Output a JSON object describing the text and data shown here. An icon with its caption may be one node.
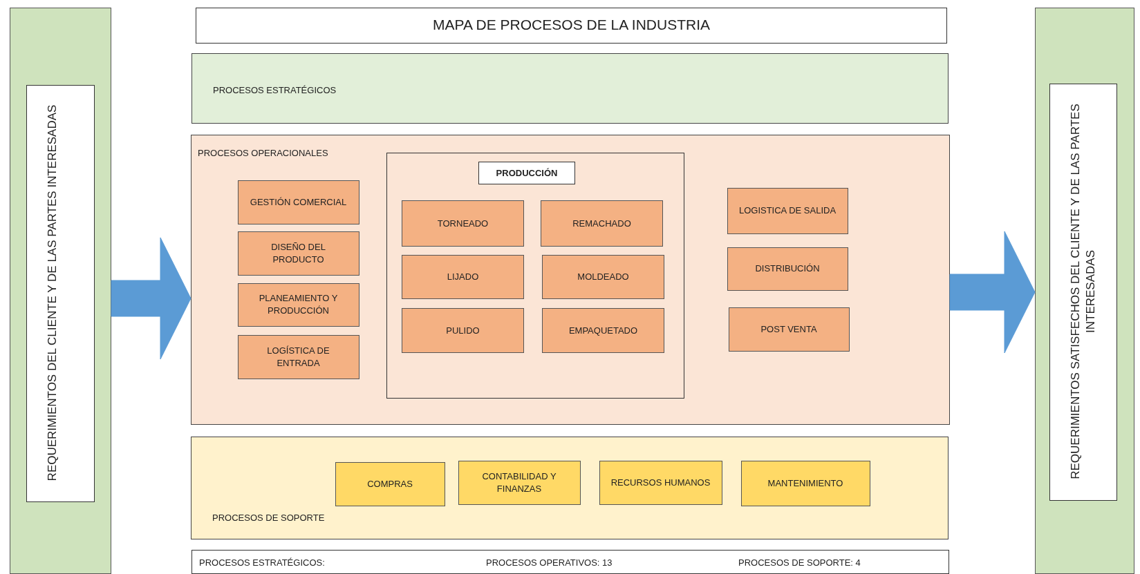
{
  "diagram": {
    "title": "MAPA DE PROCESOS DE LA INDUSTRIA",
    "nodes": [
      {
        "text": [],
        "shape": "bar"
      },
      {
        "text": [
          "REQUERIMIENTOS DEL CLIENTE Y DE LAS PARTES INTERESADAS"
        ],
        "in": 0
      },
      {
        "text": [
          "PROCESOS ESTRATÉGICOS"
        ]
      },
      {
        "text": [
          "PROCESOS OPERACIONALES"
        ]
      },
      {
        "text": [
          "GESTIÓN COMERCIAL"
        ],
        "in": 3
      },
      {
        "text": [
          "DISEÑO DEL PRODUCTO"
        ],
        "in": 3
      },
      {
        "text": [
          "PLANEAMIENTO Y PRODUCCIÓN"
        ],
        "in": 3
      },
      {
        "text": [
          "LOGÍSTICA DE ENTRADA"
        ],
        "in": 3
      },
      {
        "text": [],
        "shape": "box",
        "in": 3
      },
      {
        "text": [
          "PRODUCCIÓN"
        ],
        "in": 8
      },
      {
        "text": [
          "TORNEADO"
        ],
        "in": 8
      },
      {
        "text": [
          "REMACHADO"
        ],
        "in": 8
      },
      {
        "text": [
          "LIJADO"
        ],
        "in": 8
      },
      {
        "text": [
          "MOLDEADO"
        ],
        "in": 8
      },
      {
        "text": [
          "PULIDO"
        ],
        "in": 8
      },
      {
        "text": [
          "EMPAQUETADO"
        ],
        "in": 8
      },
      {
        "text": [
          "LOGISTICA DE SALIDA"
        ],
        "in": 3
      },
      {
        "text": [
          "DISTRIBUCIÓN"
        ],
        "in": 3
      },
      {
        "text": [
          "POST VENTA"
        ],
        "in": 3
      },
      {
        "text": [
          "PROCESOS DE SOPORTE"
        ]
      },
      {
        "text": [
          "COMPRAS"
        ],
        "in": 19
      },
      {
        "text": [
          "CONTABILIDAD Y FINANZAS"
        ],
        "in": 19
      },
      {
        "text": [
          "RECURSOS HUMANOS"
        ],
        "in": 19
      },
      {
        "text": [
          "MANTENIMIENTO"
        ],
        "in": 19
      },
      {
        "text": [
          "PROCESOS ESTRATÉGICOS:",
          "PROCESOS OPERATIVOS: 13",
          "PROCESOS DE SOPORTE: 4"
        ]
      },
      {
        "text": [],
        "shape": "bar"
      },
      {
        "text": [
          "REQUERIMIENTOS SATISFECHOS DEL CLIENTE Y DE LAS PARTES INTERESADAS"
        ],
        "in": 25
      }
    ],
    "edges": [
      {
        "from": 0,
        "to": 3,
        "arrow": "to"
      },
      {
        "from": 3,
        "to": 25,
        "arrow": "to"
      }
    ]
  }
}
